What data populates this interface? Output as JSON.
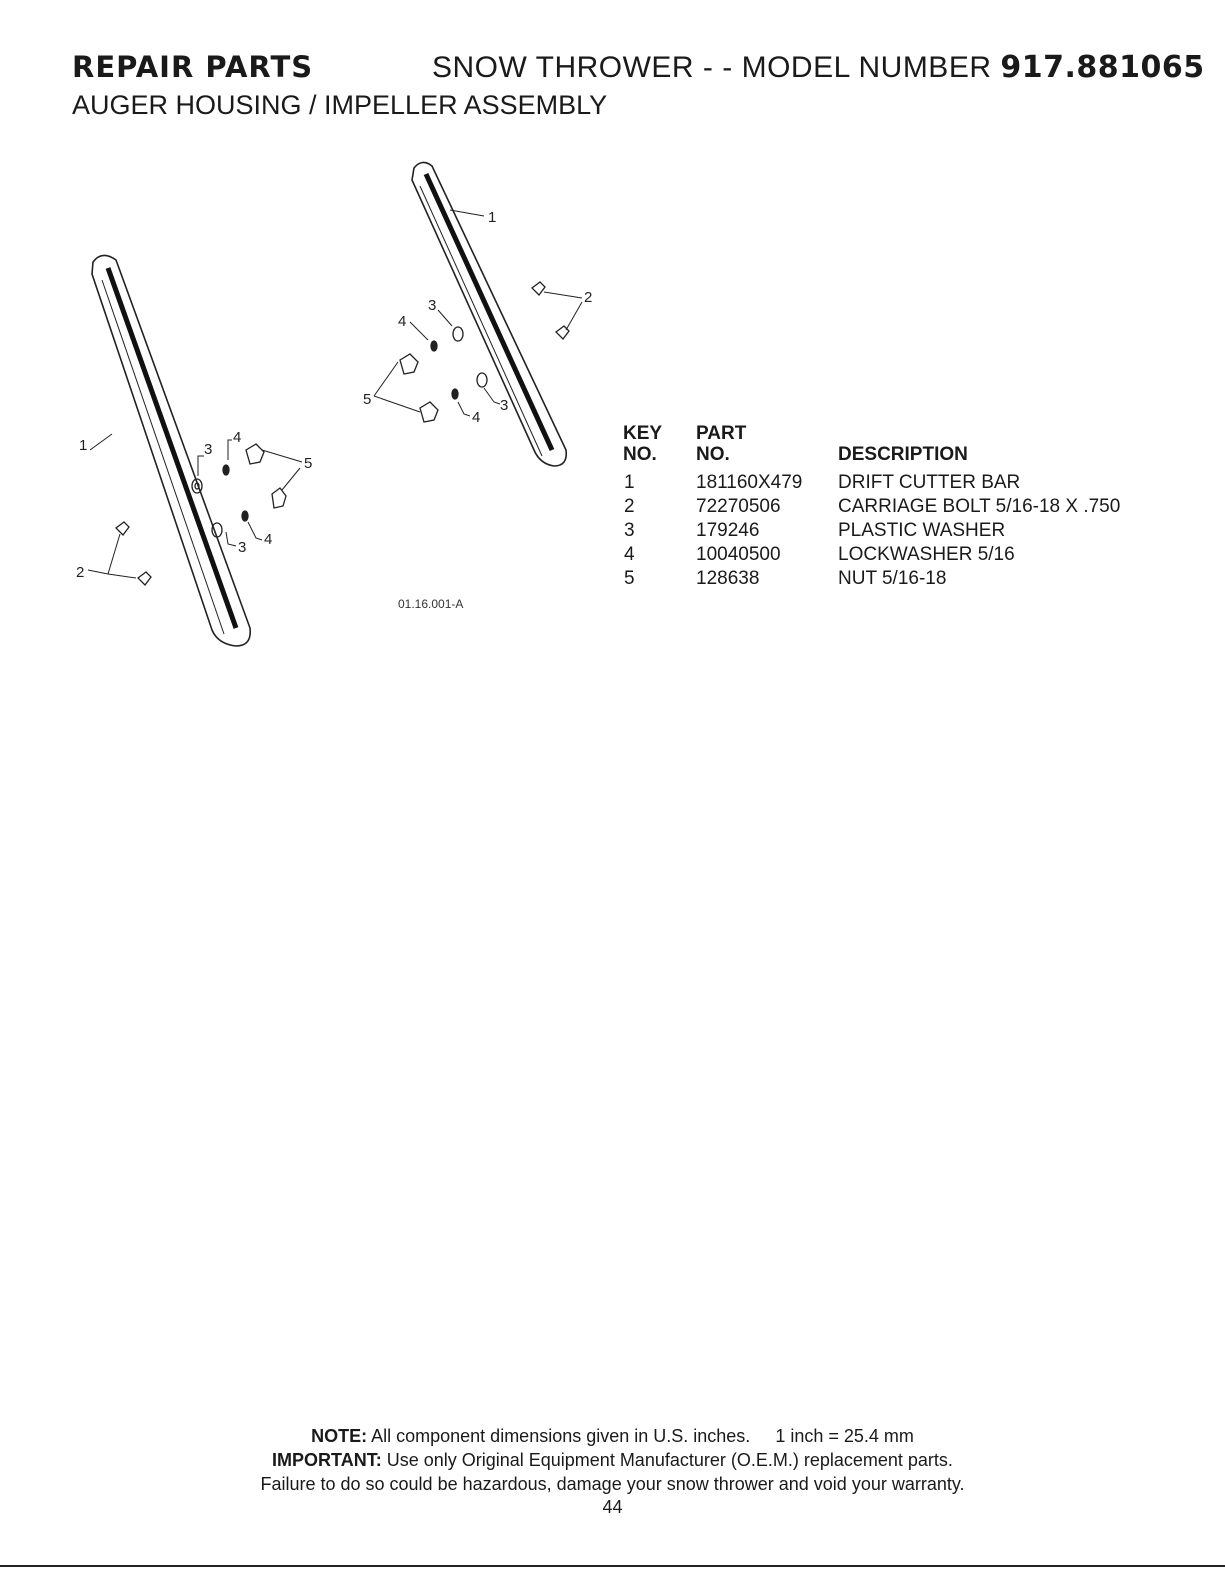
{
  "header": {
    "section": "REPAIR PARTS",
    "product": "SNOW THROWER - - MODEL NUMBER ",
    "model_number": "917.881065",
    "subtitle": "AUGER HOUSING / IMPELLER ASSEMBLY"
  },
  "diagram": {
    "figure_id": "01.16.001-A",
    "callouts_left": [
      "1",
      "2",
      "3",
      "4",
      "5",
      "3",
      "4"
    ],
    "callouts_right": [
      "1",
      "2",
      "3",
      "4",
      "5",
      "4",
      "3"
    ]
  },
  "parts_table": {
    "headers": {
      "key_line1": "KEY",
      "key_line2": "NO.",
      "part_line1": "PART",
      "part_line2": "NO.",
      "description": "DESCRIPTION"
    },
    "rows": [
      {
        "key": "1",
        "part": "181160X479",
        "description": "DRIFT CUTTER BAR"
      },
      {
        "key": "2",
        "part": "72270506",
        "description": "CARRIAGE BOLT 5/16-18 X .750"
      },
      {
        "key": "3",
        "part": "179246",
        "description": "PLASTIC WASHER"
      },
      {
        "key": "4",
        "part": "10040500",
        "description": "LOCKWASHER 5/16"
      },
      {
        "key": "5",
        "part": "128638",
        "description": "NUT 5/16-18"
      }
    ]
  },
  "footer": {
    "note_label": "NOTE:",
    "note_text": " All component dimensions given in U.S. inches.     1 inch = 25.4 mm",
    "important_label": "IMPORTANT:",
    "important_text": " Use only Original Equipment Manufacturer (O.E.M.) replacement parts.",
    "warning_text": "Failure to do so could be hazardous, damage your snow thrower and void your warranty.",
    "page_number": "44"
  }
}
